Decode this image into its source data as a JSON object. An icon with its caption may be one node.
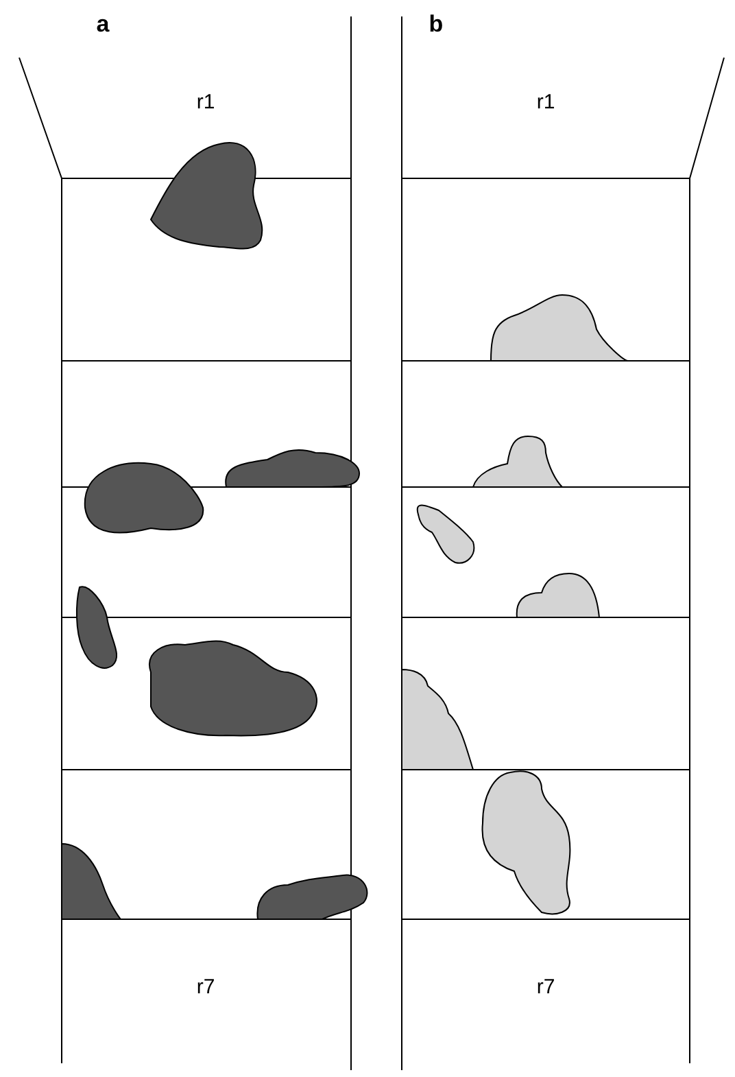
{
  "diagram": {
    "labels": [
      "a",
      "b",
      "r1",
      "r1",
      "r7",
      "r7"
    ]
  }
}
